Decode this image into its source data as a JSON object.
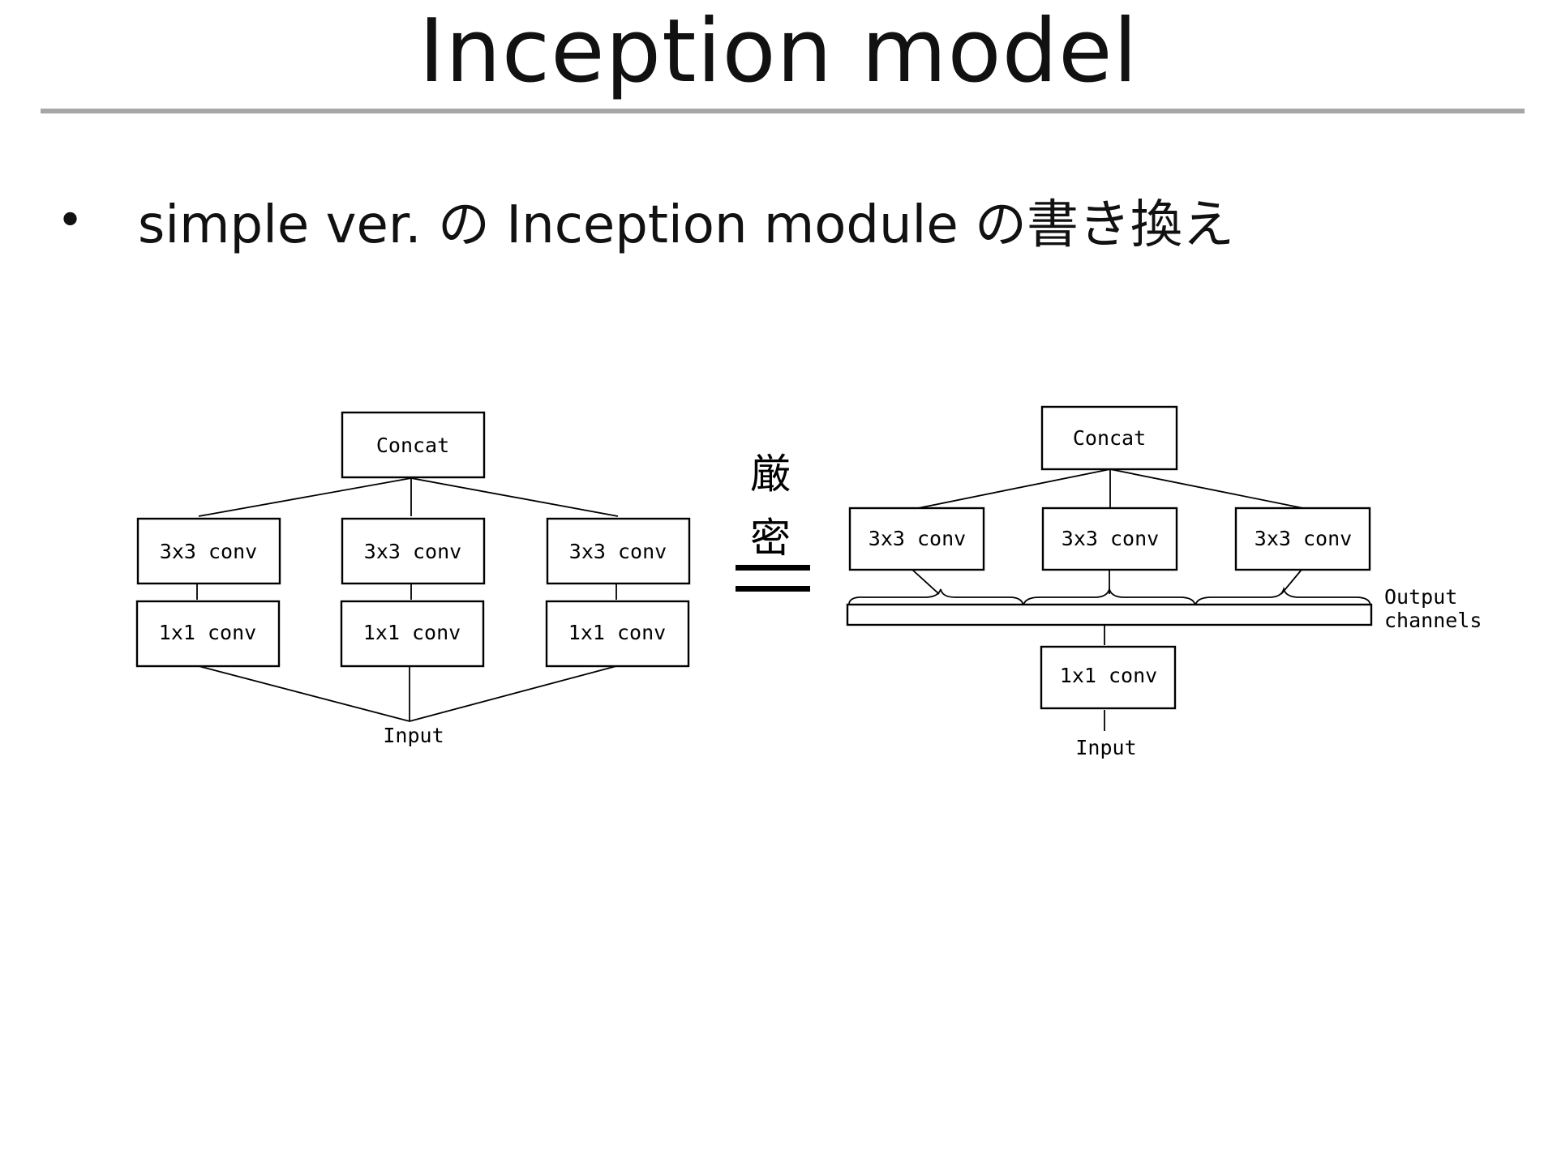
{
  "slide": {
    "title": "Inception model",
    "bullet": {
      "marker": "•",
      "text": "simple ver. の Inception module の書き換え"
    }
  },
  "left_diagram": {
    "concat": "Concat",
    "branches": [
      {
        "top": "3x3 conv",
        "bottom": "1x1 conv"
      },
      {
        "top": "3x3 conv",
        "bottom": "1x1 conv"
      },
      {
        "top": "3x3 conv",
        "bottom": "1x1 conv"
      }
    ],
    "input": "Input"
  },
  "equivalence": {
    "label_1": "厳",
    "label_2": "密"
  },
  "right_diagram": {
    "concat": "Concat",
    "convs": [
      "3x3 conv",
      "3x3 conv",
      "3x3 conv"
    ],
    "output_label_1": "Output",
    "output_label_2": "channels",
    "reduce": "1x1 conv",
    "input": "Input"
  }
}
